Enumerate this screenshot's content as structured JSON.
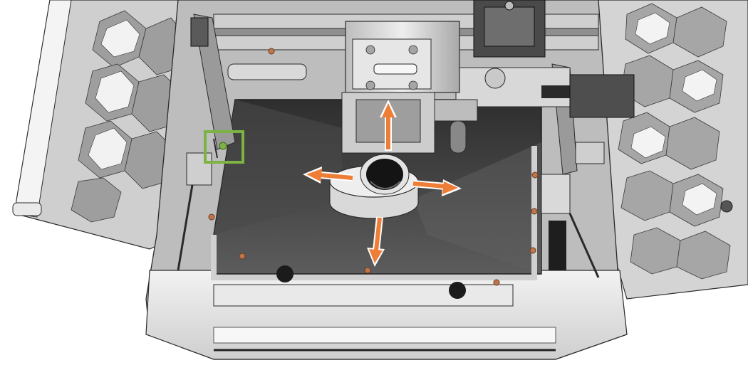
{
  "colors": {
    "background": "#ffffff",
    "shell_light": "#e4e4e4",
    "shell_mid": "#c9c9c9",
    "shell_dark": "#8e8e8e",
    "panel": "#b5b5b5",
    "chamber_dark": "#3c3c3c",
    "chamber_mid": "#5a5a5a",
    "outline": "#2a2a2a",
    "arrow": "#ee7d35",
    "arrow_outline": "#ffffff",
    "highlight": "#7cb342",
    "screw": "#c0754a"
  },
  "diagram": {
    "subject": "laser-module-inside-enclosure",
    "arrows": [
      {
        "direction": "up"
      },
      {
        "direction": "down"
      },
      {
        "direction": "left"
      },
      {
        "direction": "right"
      }
    ],
    "highlight_box": {
      "target": "adjustment-screw"
    }
  }
}
